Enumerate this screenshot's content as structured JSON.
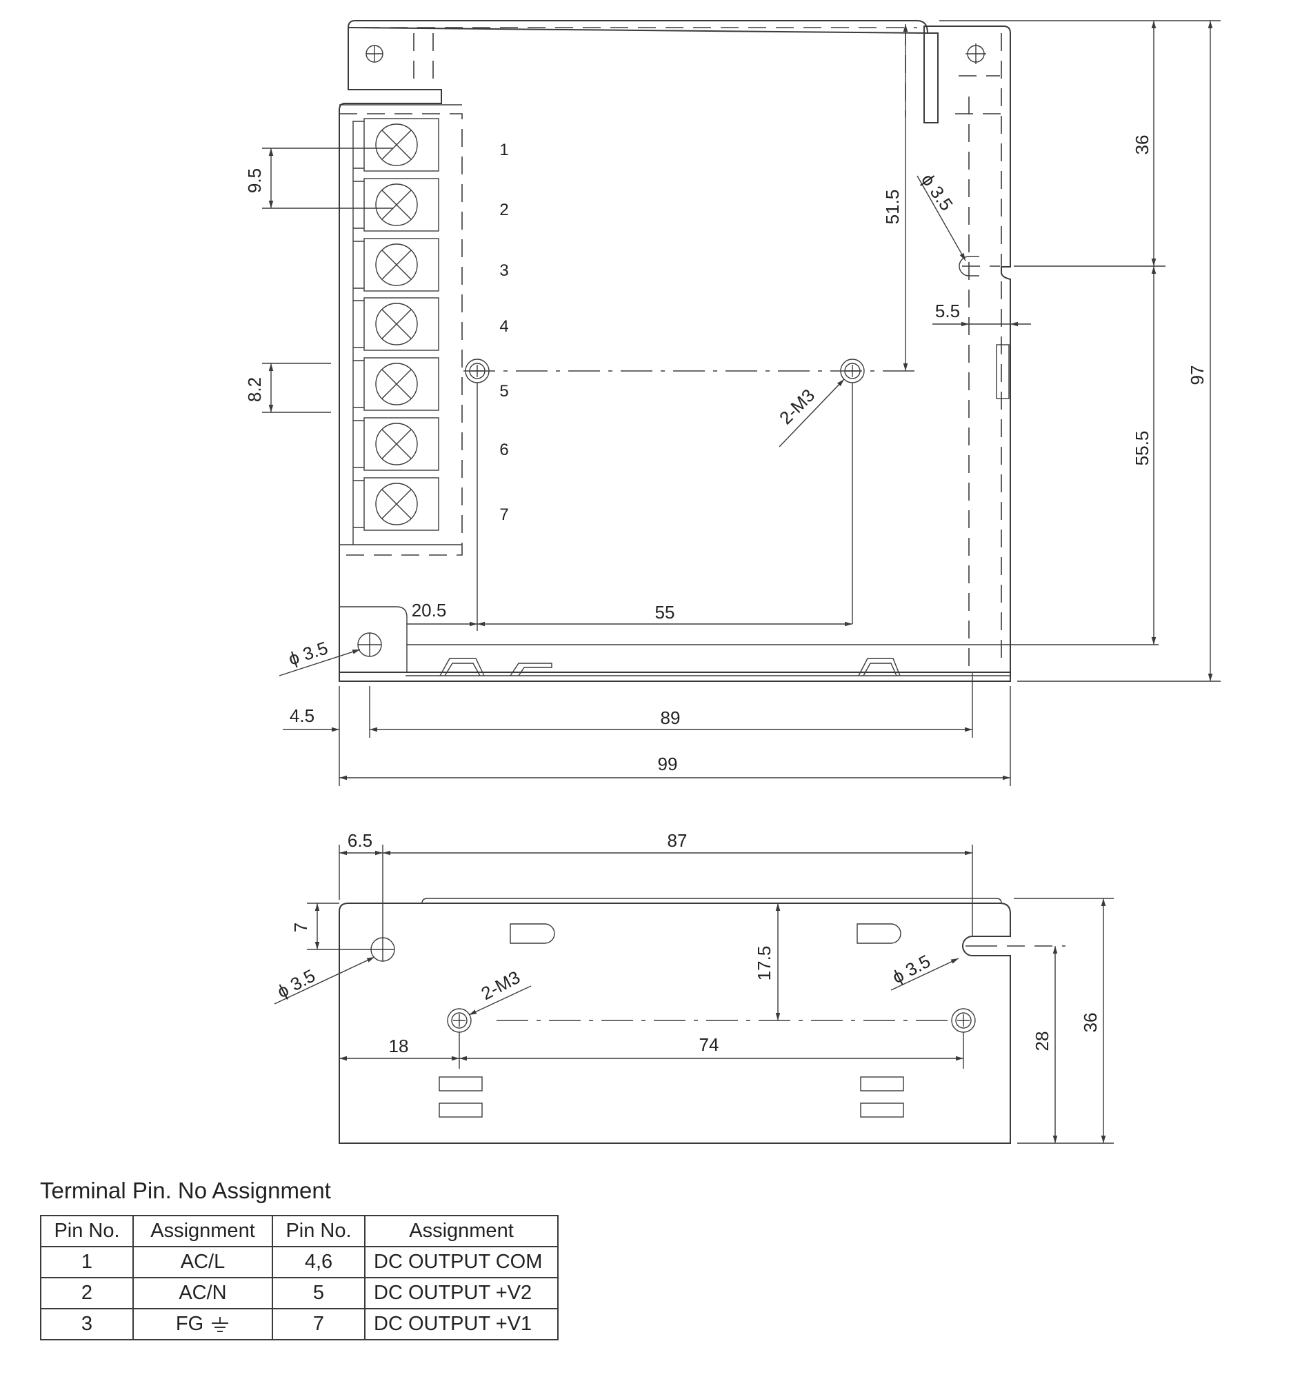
{
  "top_view": {
    "terminal_pins": [
      "1",
      "2",
      "3",
      "4",
      "5",
      "6",
      "7"
    ],
    "dims": {
      "pitch": "9.5",
      "block": "8.2",
      "d515": "51.5",
      "hole_dia_right": "3.5",
      "d55_5": "5.5",
      "m3": "2-M3",
      "d36": "36",
      "d97": "97",
      "d555": "55.5",
      "d205": "20.5",
      "d55": "55",
      "hole_dia_left": "3.5",
      "d45": "4.5",
      "d89": "89",
      "d99": "99"
    }
  },
  "side_view": {
    "dims": {
      "d65": "6.5",
      "d87": "87",
      "d7": "7",
      "hole_dia_left": "3.5",
      "d175": "17.5",
      "hole_dia_right": "3.5",
      "m3": "2-M3",
      "d18": "18",
      "d74": "74",
      "d28": "28",
      "d36": "36"
    }
  },
  "phi_symbol": "ϕ",
  "terminal_table": {
    "title": "Terminal Pin. No  Assignment",
    "headers": [
      "Pin No.",
      "Assignment",
      "Pin No.",
      "Assignment"
    ],
    "rows": [
      [
        "1",
        "AC/L",
        "4,6",
        "DC OUTPUT COM"
      ],
      [
        "2",
        "AC/N",
        "5",
        "DC OUTPUT +V2"
      ],
      [
        "3",
        "FG",
        "7",
        "DC OUTPUT +V1"
      ]
    ],
    "ground_icon": "ground-symbol-icon"
  }
}
